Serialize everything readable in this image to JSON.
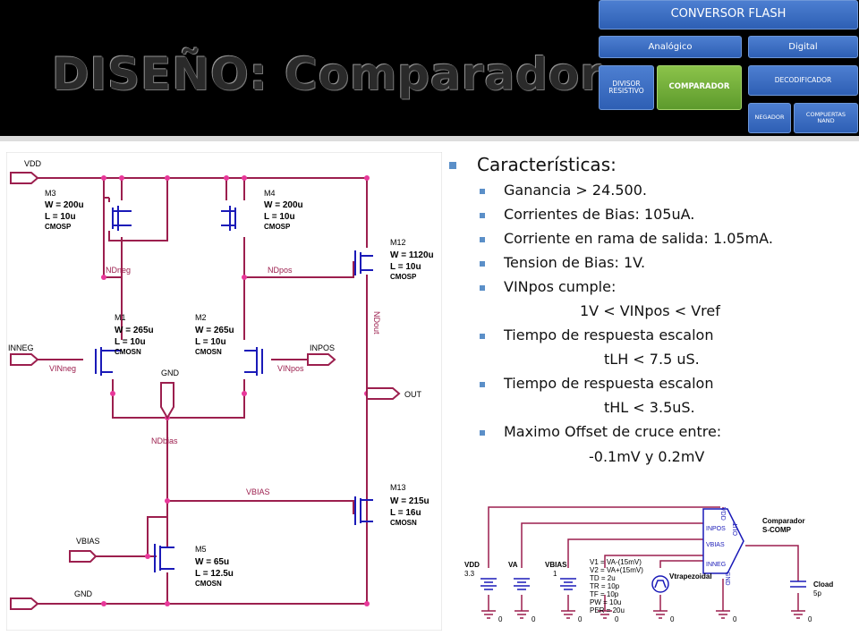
{
  "slide": {
    "title": "DISEÑO: Comparador"
  },
  "nav": {
    "top": "CONVERSOR  FLASH",
    "analog": "Analógico",
    "digital": "Digital",
    "divisor_line1": "DIVISOR",
    "divisor_line2": "RESISTIVO",
    "comparador": "COMPARADOR",
    "decodificador": "DECODIFICADOR",
    "negador": "NEGADOR",
    "compuertas_line1": "COMPUERTAS",
    "compuertas_line2": "NAND"
  },
  "bullets": {
    "heading": "Características:",
    "items": [
      "Ganancia > 24.500.",
      "Corrientes de Bias: 105uA.",
      "Corriente en rama de salida: 1.05mA.",
      "Tension de Bias: 1V.",
      "VINpos cumple:",
      "Tiempo de respuesta escalon",
      "Tiempo de respuesta escalon",
      "Maximo Offset de cruce  entre:"
    ],
    "continuations": [
      "1V < VINpos < Vref",
      "tLH  < 7.5 uS.",
      "tHL < 3.5uS.",
      "-0.1mV y 0.2mV"
    ]
  },
  "schematic": {
    "ports": {
      "vdd": "VDD",
      "inneg": "INNEG",
      "inpos": "INPOS",
      "out": "OUT",
      "vbias": "VBIAS",
      "gnd": "GND",
      "gnd_mid": "GND"
    },
    "nets": {
      "ndneg": "NDneg",
      "ndpos": "NDpos",
      "ndout": "NDout",
      "vinneg": "VINneg",
      "vinpos": "VINpos",
      "ndbias": "NDbias",
      "vbias": "VBIAS"
    },
    "transistors": {
      "m3": [
        "M3",
        "W = 200u",
        "L = 10u",
        "CMOSP"
      ],
      "m4": [
        "M4",
        "W = 200u",
        "L = 10u",
        "CMOSP"
      ],
      "m12": [
        "M12",
        "W = 1120u",
        "L = 10u",
        "CMOSP"
      ],
      "m1": [
        "M1",
        "W = 265u",
        "L = 10u",
        "CMOSN"
      ],
      "m2": [
        "M2",
        "W = 265u",
        "L = 10u",
        "CMOSN"
      ],
      "m13": [
        "M13",
        "W = 215u",
        "L = 16u",
        "CMOSN"
      ],
      "m5": [
        "M5",
        "W = 65u",
        "L = 12.5u",
        "CMOSN"
      ]
    }
  },
  "testbench": {
    "vdd_name": "VDD",
    "vdd_value": "3.3",
    "va_name": "VA",
    "vbias_name": "VBIAS",
    "vbias_value": "1",
    "pulse_params": [
      "V1 = VA-(15mV)",
      "V2 = VA+(15mV)",
      "TD = 2u",
      "TR = 10p",
      "TF = 10p",
      "PW = 10u",
      "PER = 20u"
    ],
    "vtrap": "Vtrapezoidal",
    "block_pins": {
      "vdd": "VDD",
      "inpos": "INPOS",
      "vbias": "VBIAS",
      "inneg": "INNEG",
      "gnd": "GND",
      "out": "OUT"
    },
    "block_name": "Comparador",
    "block_model": "S-COMP",
    "cload_name": "Cload",
    "cload_value": "5p",
    "ground": "0"
  },
  "colors": {
    "header_bg": "#000000",
    "nav_blue": "#3a6cc4",
    "nav_green": "#74b23b",
    "wire": "#9c1f4e",
    "node": "#e8389a",
    "device": "#1a1ab8",
    "port_fill": "#ffffff",
    "bullet": "#5b8fc8"
  }
}
